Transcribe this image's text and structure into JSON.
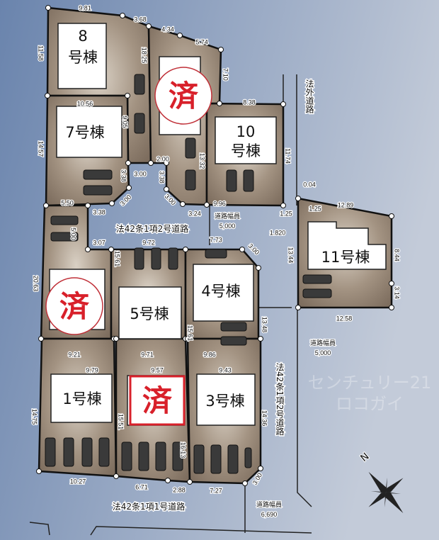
{
  "lots": {
    "l8": {
      "num": "8",
      "suffix": "号棟"
    },
    "l7": "7号棟",
    "l10": {
      "num": "10",
      "suffix": "号棟"
    },
    "l11": "11号棟",
    "l4": "4号棟",
    "l5": "5号棟",
    "l1": "1号棟",
    "l3": "3号棟"
  },
  "sold_stamp": "済",
  "roads": {
    "road_2go_upper": "法42条1項2号道路",
    "road_2go_right": "法42条1項2号道路",
    "road_1go": "法42条1項1号道路",
    "road_outside": "法外道路",
    "width_label": "道路幅員",
    "width_upper": "5,000",
    "width_right": "5,000",
    "width_bottom": "6,690"
  },
  "compass": {
    "north": "N"
  },
  "watermark": "センチュリー21 ロコガイ",
  "dims": [
    "9.81",
    "3.68",
    "4.34",
    "5.74",
    "11.58",
    "18.25",
    "7.10",
    "10.56",
    "8.38",
    "9.05",
    "14.57",
    "11.74",
    "13.32",
    "2.00",
    "3.00",
    "3.38",
    "3.38",
    "3.00",
    "3.00",
    "9.96",
    "5.50",
    "3.38",
    "3.24",
    "1.25",
    "1.25",
    "12.89",
    "0.04",
    "1.820",
    "5.00",
    "3.07",
    "9.72",
    "7.73",
    "3.00",
    "13.44",
    "8.44",
    "15.61",
    "20.63",
    "3.14",
    "12.58",
    "13.48",
    "15.61",
    "9.21",
    "9.71",
    "9.86",
    "9.79",
    "9.57",
    "9.43",
    "14.75",
    "15.51",
    "14.36",
    "16.13",
    "10.27",
    "6.71",
    "2.88",
    "7.27",
    "3.00"
  ],
  "colors": {
    "lot": "#8b7b6b",
    "stamp": "#d8202a",
    "bg_left": "#6a84ad",
    "bg_right": "#c3cbd9"
  }
}
